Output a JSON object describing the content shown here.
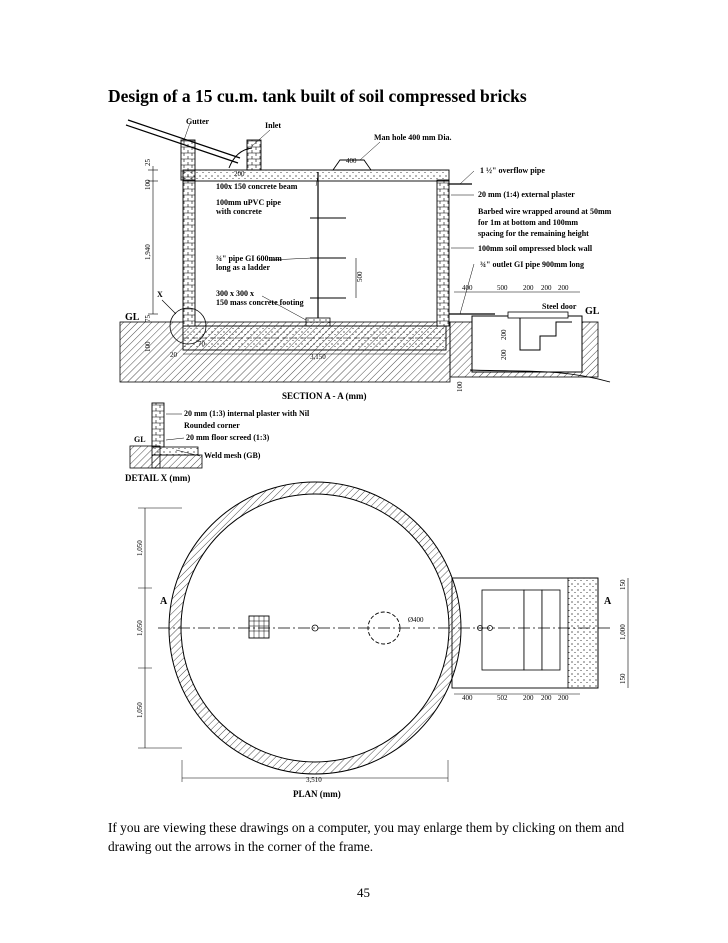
{
  "title": "Design of a 15 cu.m. tank built of soil compressed bricks",
  "section": {
    "caption": "SECTION A - A (mm)",
    "labels": {
      "gutter": "Gutter",
      "inlet": "Inlet",
      "manhole": "Man hole 400 mm Dia.",
      "beam": "100x 150 concrete beam",
      "pvc": "100mm uPVC pipe with concrete",
      "overflow": "1 ½\" overflow pipe",
      "ext_plaster": "20 mm (1:4) external plaster",
      "barbed": "Barbed wire wrapped around at 50mm for 1m at bottom and 100mm spacing for the remaining height",
      "wall": "100mm soil ompressed block wall",
      "outlet": "¾\" outlet GI pipe 900mm long",
      "ladder": "¾\" pipe GI 600mm long as a ladder",
      "footing": "300 x 300 x 150 mass concrete footing",
      "steel_door": "Steel door",
      "x": "X",
      "gl_left": "GL",
      "gl_right": "GL"
    },
    "dims": {
      "d25": "25",
      "d100": "100",
      "d1940": "1,940",
      "d400": "400",
      "d200": "200",
      "d500": "500",
      "d100b": "100",
      "d75": "75",
      "d70": "70",
      "d3150": "3,150",
      "d20": "20",
      "step400": "400",
      "step500": "500",
      "step200a": "200",
      "step200b": "200",
      "step200c": "200",
      "v200a": "200",
      "v200b": "200",
      "v100": "100"
    }
  },
  "detail": {
    "caption": "DETAIL X (mm)",
    "internal_plaster": "20 mm (1:3) internal plaster with Nil",
    "rounded": "Rounded corner",
    "screed": "20 mm floor screed (1:3)",
    "weld": "Weld mesh (GB)",
    "gl": "GL"
  },
  "plan": {
    "caption": "PLAN (mm)",
    "manhole": "Ø400",
    "dims": {
      "v1050a": "1,050",
      "v1050b": "1,050",
      "v1050c": "1,050",
      "width": "3,510",
      "d400": "400",
      "d502": "502",
      "d200a": "200",
      "d200b": "200",
      "d200c": "200",
      "d1000": "1,000",
      "d150a": "150",
      "d150b": "150"
    },
    "label_a_left": "A",
    "label_a_right": "A"
  },
  "footnote": "If you are viewing these drawings on a computer, you may enlarge them by clicking on them and drawing out the arrows in the corner of the frame.",
  "page_number": "45"
}
